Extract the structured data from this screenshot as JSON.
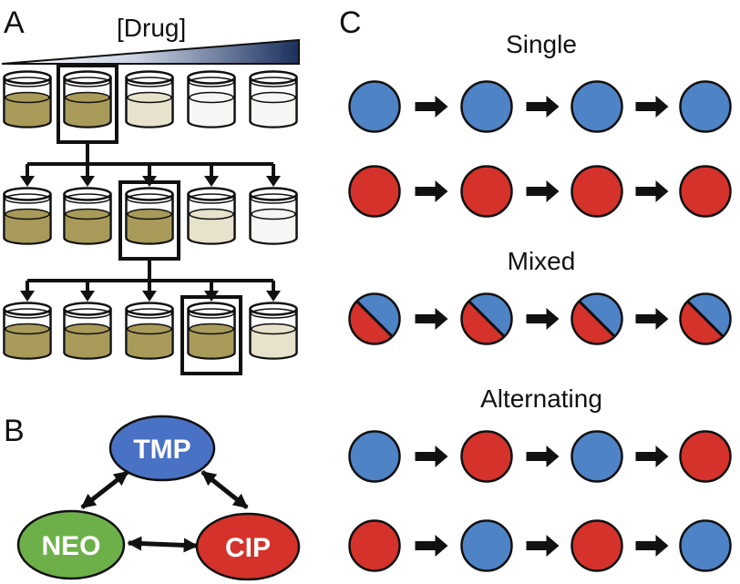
{
  "colors": {
    "broth": "#a89a58",
    "broth_light": "#e6e2cc",
    "broth_faint": "#f6f6f4",
    "blue": "#4e83c6",
    "red": "#d4322a",
    "green": "#6db04a",
    "tmp_node": "#4a72c4",
    "outline": "#111111"
  },
  "panel_a": {
    "letter": "A",
    "drug_label": "[Drug]",
    "rows": [
      {
        "fills": [
          "broth",
          "broth",
          "broth_light",
          "broth_faint",
          "broth_faint"
        ],
        "selected": 1
      },
      {
        "fills": [
          "broth",
          "broth",
          "broth",
          "broth_light",
          "broth_faint"
        ],
        "selected": 2
      },
      {
        "fills": [
          "broth",
          "broth",
          "broth",
          "broth",
          "broth_light"
        ],
        "selected": 3
      }
    ]
  },
  "panel_b": {
    "letter": "B",
    "nodes": {
      "tmp": "TMP",
      "neo": "NEO",
      "cip": "CIP"
    }
  },
  "panel_c": {
    "letter": "C",
    "sections": [
      {
        "title": "Single",
        "rows": [
          [
            "blue",
            "blue",
            "blue",
            "blue"
          ],
          [
            "red",
            "red",
            "red",
            "red"
          ]
        ]
      },
      {
        "title": "Mixed",
        "rows": [
          [
            "mixed",
            "mixed",
            "mixed",
            "mixed"
          ]
        ]
      },
      {
        "title": "Alternating",
        "rows": [
          [
            "blue",
            "red",
            "blue",
            "red"
          ],
          [
            "red",
            "blue",
            "red",
            "blue"
          ]
        ]
      }
    ]
  }
}
